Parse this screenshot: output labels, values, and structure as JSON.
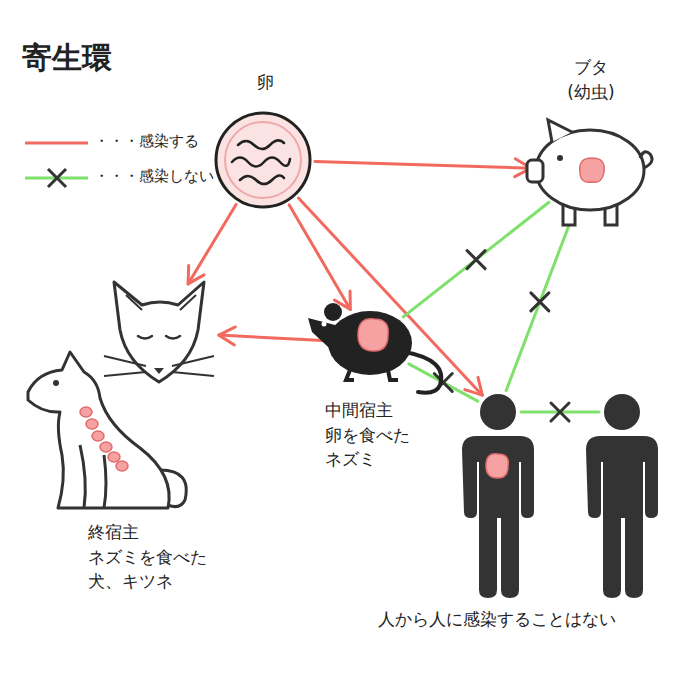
{
  "diagram": {
    "title": "寄生環",
    "nodes": [
      {
        "text": [
          "卵"
        ]
      },
      {
        "text": [
          "ブタ (幼虫)"
        ]
      },
      {
        "text": [
          "終宿主 ネズミを食べた 犬、キツネ"
        ]
      },
      {
        "text": [
          "中間宿主 卵を食べた ネズミ"
        ]
      },
      {
        "text": []
      },
      {
        "text": []
      }
    ],
    "edges": [
      {
        "from": 0,
        "to": 1,
        "arrow": "to"
      },
      {
        "from": 0,
        "to": 2,
        "arrow": "to"
      },
      {
        "from": 0,
        "to": 3,
        "arrow": "to"
      },
      {
        "from": 0,
        "to": 4,
        "arrow": "to"
      },
      {
        "from": 3,
        "to": 2,
        "arrow": "to"
      },
      {
        "from": 1,
        "to": 3,
        "arrow": "none"
      },
      {
        "from": 1,
        "to": 4,
        "arrow": "none"
      },
      {
        "from": 3,
        "to": 4,
        "arrow": "none"
      },
      {
        "from": 4,
        "to": 5,
        "arrow": "none"
      }
    ],
    "labels": [
      "人から人に感染することはない"
    ],
    "legend": [
      {
        "text": "・・・感染する"
      },
      {
        "text": "・・・感染しない"
      }
    ]
  }
}
